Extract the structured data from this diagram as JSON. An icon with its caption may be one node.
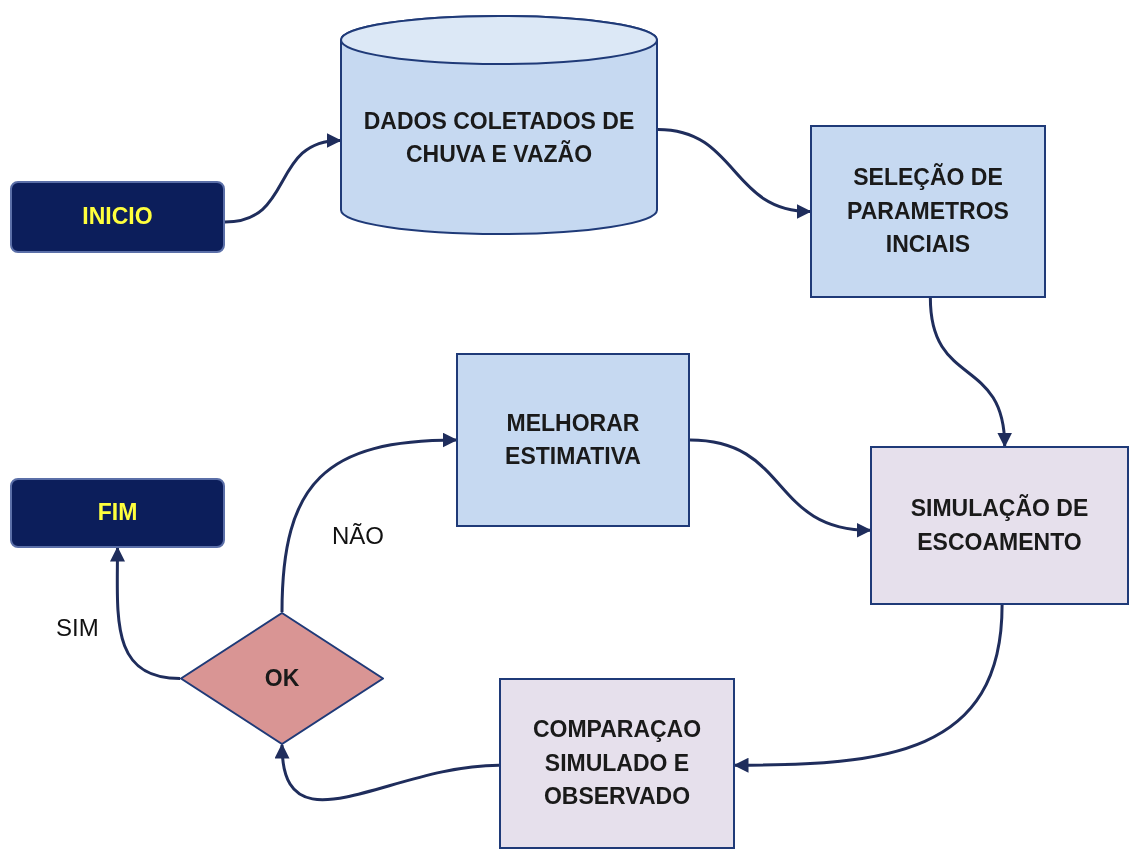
{
  "diagram": {
    "nodes": [
      {
        "text": [
          "INICIO"
        ]
      },
      {
        "text": [
          "DADOS COLETADOS DE CHUVA E VAZÃO"
        ]
      },
      {
        "text": [
          "SELEÇÃO DE PARAMETROS INCIAIS"
        ]
      },
      {
        "text": [
          "MELHORAR ESTIMATIVA"
        ]
      },
      {
        "text": [
          "SIMULAÇÃO DE ESCOAMENTO"
        ]
      },
      {
        "text": [
          "COMPARAÇAO SIMULADO E OBSERVADO"
        ]
      },
      {
        "text": [
          "OK"
        ]
      },
      {
        "text": [
          "FIM"
        ]
      }
    ],
    "edges": [
      {
        "from": 0,
        "to": 1,
        "arrow": "to"
      },
      {
        "from": 1,
        "to": 2,
        "arrow": "to"
      },
      {
        "from": 2,
        "to": 4,
        "arrow": "to"
      },
      {
        "from": 3,
        "to": 4,
        "arrow": "to"
      },
      {
        "from": 4,
        "to": 5,
        "arrow": "to"
      },
      {
        "from": 5,
        "to": 6,
        "arrow": "to"
      },
      {
        "from": 6,
        "to": 3,
        "arrow": "to",
        "label": "NÃO"
      },
      {
        "from": 6,
        "to": 7,
        "arrow": "to",
        "label": "SIM"
      }
    ]
  }
}
